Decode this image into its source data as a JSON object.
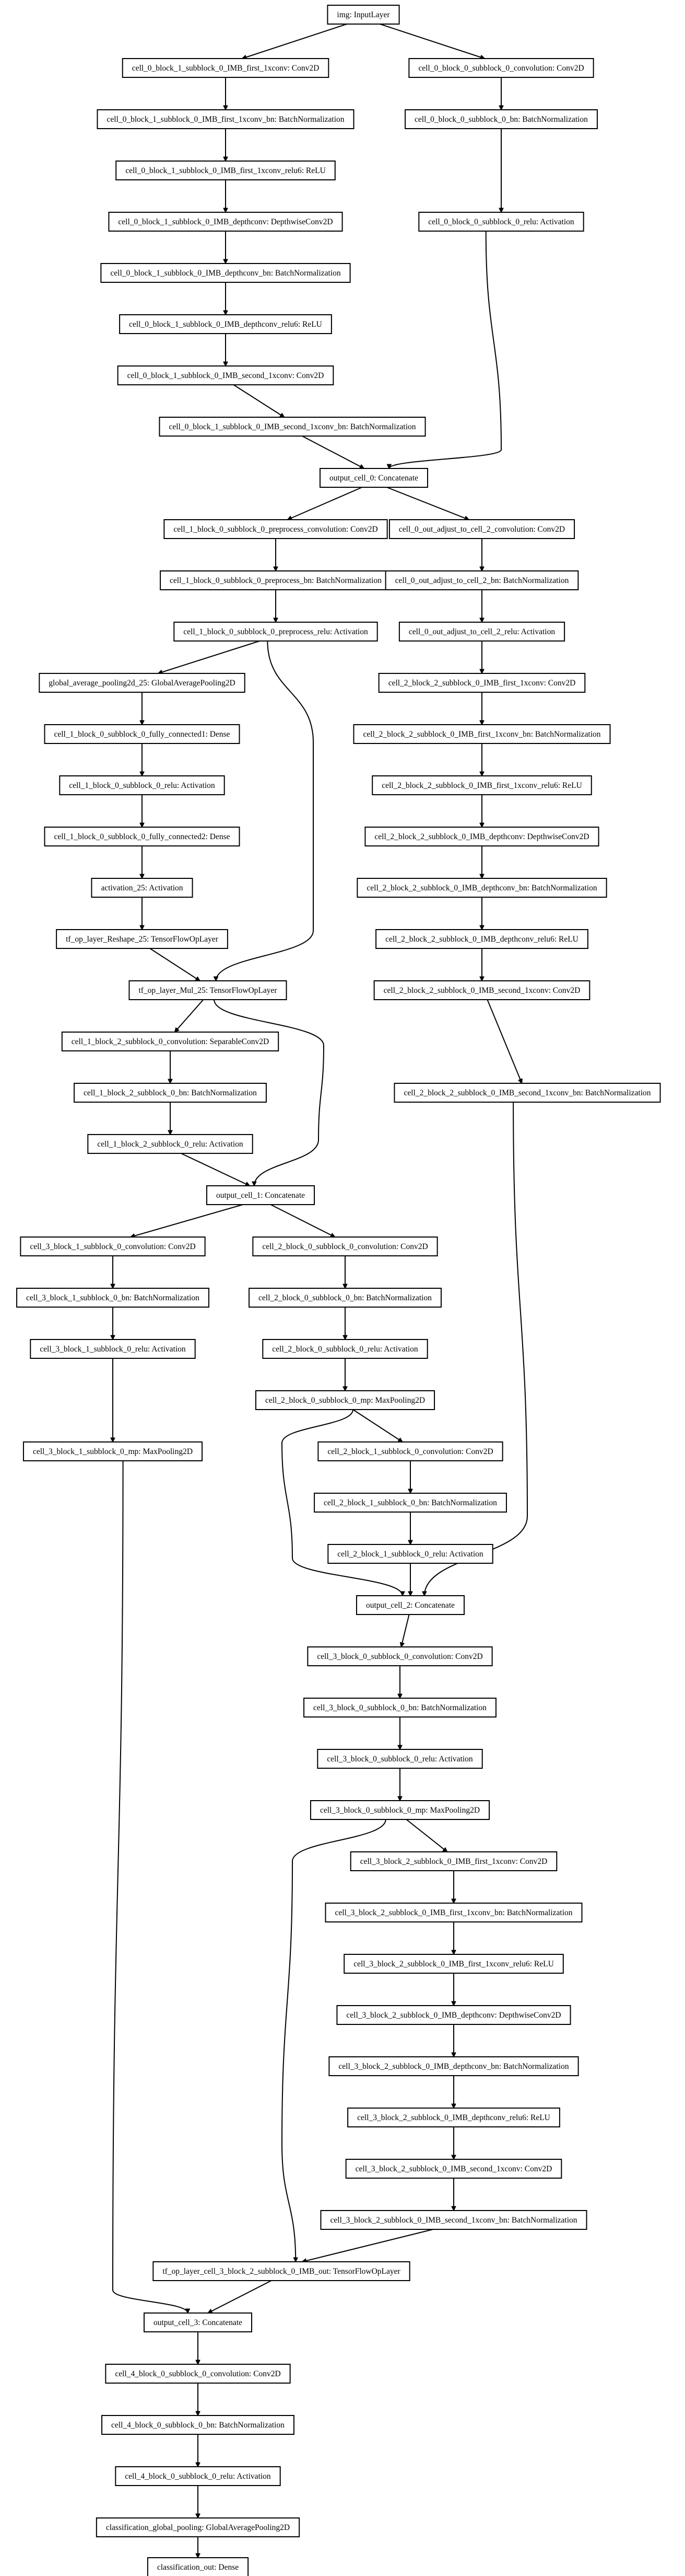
{
  "nodes": [
    {
      "id": "input",
      "label": "img: InputLayer"
    },
    {
      "id": "c0b1_expand",
      "label": "cell_0_block_1_subblock_0_IMB_first_1xconv: Conv2D"
    },
    {
      "id": "c0b0_conv",
      "label": "cell_0_block_0_subblock_0_convolution: Conv2D"
    },
    {
      "id": "c0b1_expand_bn",
      "label": "cell_0_block_1_subblock_0_IMB_first_1xconv_bn: BatchNormalization"
    },
    {
      "id": "c0b0_bn",
      "label": "cell_0_block_0_subblock_0_bn: BatchNormalization"
    },
    {
      "id": "c0b1_expand_relu",
      "label": "cell_0_block_1_subblock_0_IMB_first_1xconv_relu6: ReLU"
    },
    {
      "id": "c0b1_dw",
      "label": "cell_0_block_1_subblock_0_IMB_depthconv: DepthwiseConv2D"
    },
    {
      "id": "c0b0_relu",
      "label": "cell_0_block_0_subblock_0_relu: Activation"
    },
    {
      "id": "c0b1_dw_bn",
      "label": "cell_0_block_1_subblock_0_IMB_depthconv_bn: BatchNormalization"
    },
    {
      "id": "c0b1_dw_relu",
      "label": "cell_0_block_1_subblock_0_IMB_depthconv_relu6: ReLU"
    },
    {
      "id": "c0b1_proj",
      "label": "cell_0_block_1_subblock_0_IMB_second_1xconv: Conv2D"
    },
    {
      "id": "c0b1_proj_bn",
      "label": "cell_0_block_1_subblock_0_IMB_second_1xconv_bn: BatchNormalization"
    },
    {
      "id": "out0",
      "label": "output_cell_0: Concatenate"
    },
    {
      "id": "c1_pre_conv",
      "label": "cell_1_block_0_subblock_0_preprocess_convolution: Conv2D"
    },
    {
      "id": "c0_adj_conv",
      "label": "cell_0_out_adjust_to_cell_2_convolution: Conv2D"
    },
    {
      "id": "c1_pre_bn",
      "label": "cell_1_block_0_subblock_0_preprocess_bn: BatchNormalization"
    },
    {
      "id": "c0_adj_bn",
      "label": "cell_0_out_adjust_to_cell_2_bn: BatchNormalization"
    },
    {
      "id": "c1_pre_relu",
      "label": "cell_1_block_0_subblock_0_preprocess_relu: Activation"
    },
    {
      "id": "c0_adj_relu",
      "label": "cell_0_out_adjust_to_cell_2_relu: Activation"
    },
    {
      "id": "gap25",
      "label": "global_average_pooling2d_25: GlobalAveragePooling2D"
    },
    {
      "id": "c2b2_expand",
      "label": "cell_2_block_2_subblock_0_IMB_first_1xconv: Conv2D"
    },
    {
      "id": "c1_fc1",
      "label": "cell_1_block_0_subblock_0_fully_connected1: Dense"
    },
    {
      "id": "c2b2_expand_bn",
      "label": "cell_2_block_2_subblock_0_IMB_first_1xconv_bn: BatchNormalization"
    },
    {
      "id": "c1_se_relu",
      "label": "cell_1_block_0_subblock_0_relu: Activation"
    },
    {
      "id": "c2b2_expand_relu",
      "label": "cell_2_block_2_subblock_0_IMB_first_1xconv_relu6: ReLU"
    },
    {
      "id": "c1_fc2",
      "label": "cell_1_block_0_subblock_0_fully_connected2: Dense"
    },
    {
      "id": "c2b2_dw",
      "label": "cell_2_block_2_subblock_0_IMB_depthconv: DepthwiseConv2D"
    },
    {
      "id": "act25",
      "label": "activation_25: Activation"
    },
    {
      "id": "c2b2_dw_bn",
      "label": "cell_2_block_2_subblock_0_IMB_depthconv_bn: BatchNormalization"
    },
    {
      "id": "reshape25",
      "label": "tf_op_layer_Reshape_25: TensorFlowOpLayer"
    },
    {
      "id": "c2b2_dw_relu",
      "label": "cell_2_block_2_subblock_0_IMB_depthconv_relu6: ReLU"
    },
    {
      "id": "mul25",
      "label": "tf_op_layer_Mul_25: TensorFlowOpLayer"
    },
    {
      "id": "c2b2_proj",
      "label": "cell_2_block_2_subblock_0_IMB_second_1xconv: Conv2D"
    },
    {
      "id": "c1b2_sep",
      "label": "cell_1_block_2_subblock_0_convolution: SeparableConv2D"
    },
    {
      "id": "c2b2_proj_bn",
      "label": "cell_2_block_2_subblock_0_IMB_second_1xconv_bn: BatchNormalization"
    },
    {
      "id": "c1b2_bn",
      "label": "cell_1_block_2_subblock_0_bn: BatchNormalization"
    },
    {
      "id": "c1b2_relu",
      "label": "cell_1_block_2_subblock_0_relu: Activation"
    },
    {
      "id": "out1",
      "label": "output_cell_1: Concatenate"
    },
    {
      "id": "c3b1_conv",
      "label": "cell_3_block_1_subblock_0_convolution: Conv2D"
    },
    {
      "id": "c2b0_conv",
      "label": "cell_2_block_0_subblock_0_convolution: Conv2D"
    },
    {
      "id": "c3b1_bn",
      "label": "cell_3_block_1_subblock_0_bn: BatchNormalization"
    },
    {
      "id": "c2b0_bn",
      "label": "cell_2_block_0_subblock_0_bn: BatchNormalization"
    },
    {
      "id": "c3b1_relu",
      "label": "cell_3_block_1_subblock_0_relu: Activation"
    },
    {
      "id": "c2b0_relu",
      "label": "cell_2_block_0_subblock_0_relu: Activation"
    },
    {
      "id": "c3b1_mp",
      "label": "cell_3_block_1_subblock_0_mp: MaxPooling2D"
    },
    {
      "id": "c2b0_mp",
      "label": "cell_2_block_0_subblock_0_mp: MaxPooling2D"
    },
    {
      "id": "c2b1_conv",
      "label": "cell_2_block_1_subblock_0_convolution: Conv2D"
    },
    {
      "id": "c2b1_bn",
      "label": "cell_2_block_1_subblock_0_bn: BatchNormalization"
    },
    {
      "id": "c2b1_relu",
      "label": "cell_2_block_1_subblock_0_relu: Activation"
    },
    {
      "id": "out2",
      "label": "output_cell_2: Concatenate"
    },
    {
      "id": "c3b0_conv",
      "label": "cell_3_block_0_subblock_0_convolution: Conv2D"
    },
    {
      "id": "c3b0_bn",
      "label": "cell_3_block_0_subblock_0_bn: BatchNormalization"
    },
    {
      "id": "c3b0_relu",
      "label": "cell_3_block_0_subblock_0_relu: Activation"
    },
    {
      "id": "c3b0_mp",
      "label": "cell_3_block_0_subblock_0_mp: MaxPooling2D"
    },
    {
      "id": "c3b2_expand",
      "label": "cell_3_block_2_subblock_0_IMB_first_1xconv: Conv2D"
    },
    {
      "id": "c3b2_expand_bn",
      "label": "cell_3_block_2_subblock_0_IMB_first_1xconv_bn: BatchNormalization"
    },
    {
      "id": "c3b2_expand_relu",
      "label": "cell_3_block_2_subblock_0_IMB_first_1xconv_relu6: ReLU"
    },
    {
      "id": "c3b2_dw",
      "label": "cell_3_block_2_subblock_0_IMB_depthconv: DepthwiseConv2D"
    },
    {
      "id": "c3b2_dw_bn",
      "label": "cell_3_block_2_subblock_0_IMB_depthconv_bn: BatchNormalization"
    },
    {
      "id": "c3b2_dw_relu",
      "label": "cell_3_block_2_subblock_0_IMB_depthconv_relu6: ReLU"
    },
    {
      "id": "c3b2_proj",
      "label": "cell_3_block_2_subblock_0_IMB_second_1xconv: Conv2D"
    },
    {
      "id": "c3b2_proj_bn",
      "label": "cell_3_block_2_subblock_0_IMB_second_1xconv_bn: BatchNormalization"
    },
    {
      "id": "c3b2_out",
      "label": "tf_op_layer_cell_3_block_2_subblock_0_IMB_out: TensorFlowOpLayer"
    },
    {
      "id": "out3",
      "label": "output_cell_3: Concatenate"
    },
    {
      "id": "c4_conv",
      "label": "cell_4_block_0_subblock_0_convolution: Conv2D"
    },
    {
      "id": "c4_bn",
      "label": "cell_4_block_0_subblock_0_bn: BatchNormalization"
    },
    {
      "id": "c4_relu",
      "label": "cell_4_block_0_subblock_0_relu: Activation"
    },
    {
      "id": "cls_pool",
      "label": "classification_global_pooling: GlobalAveragePooling2D"
    },
    {
      "id": "cls_out",
      "label": "classification_out: Dense"
    }
  ],
  "edges": [
    [
      "input",
      "c0b1_expand"
    ],
    [
      "input",
      "c0b0_conv"
    ],
    [
      "c0b1_expand",
      "c0b1_expand_bn"
    ],
    [
      "c0b1_expand_bn",
      "c0b1_expand_relu"
    ],
    [
      "c0b1_expand_relu",
      "c0b1_dw"
    ],
    [
      "c0b1_dw",
      "c0b1_dw_bn"
    ],
    [
      "c0b1_dw_bn",
      "c0b1_dw_relu"
    ],
    [
      "c0b1_dw_relu",
      "c0b1_proj"
    ],
    [
      "c0b1_proj",
      "c0b1_proj_bn"
    ],
    [
      "c0b1_proj_bn",
      "out0"
    ],
    [
      "c0b0_conv",
      "c0b0_bn"
    ],
    [
      "c0b0_bn",
      "c0b0_relu"
    ],
    [
      "c0b0_relu",
      "out0"
    ],
    [
      "out0",
      "c1_pre_conv"
    ],
    [
      "out0",
      "c0_adj_conv"
    ],
    [
      "c1_pre_conv",
      "c1_pre_bn"
    ],
    [
      "c1_pre_bn",
      "c1_pre_relu"
    ],
    [
      "c1_pre_relu",
      "gap25"
    ],
    [
      "c1_pre_relu",
      "mul25"
    ],
    [
      "gap25",
      "c1_fc1"
    ],
    [
      "c1_fc1",
      "c1_se_relu"
    ],
    [
      "c1_se_relu",
      "c1_fc2"
    ],
    [
      "c1_fc2",
      "act25"
    ],
    [
      "act25",
      "reshape25"
    ],
    [
      "reshape25",
      "mul25"
    ],
    [
      "mul25",
      "c1b2_sep"
    ],
    [
      "mul25",
      "out1"
    ],
    [
      "c1b2_sep",
      "c1b2_bn"
    ],
    [
      "c1b2_bn",
      "c1b2_relu"
    ],
    [
      "c1b2_relu",
      "out1"
    ],
    [
      "c0_adj_conv",
      "c0_adj_bn"
    ],
    [
      "c0_adj_bn",
      "c0_adj_relu"
    ],
    [
      "c0_adj_relu",
      "c2b2_expand"
    ],
    [
      "c2b2_expand",
      "c2b2_expand_bn"
    ],
    [
      "c2b2_expand_bn",
      "c2b2_expand_relu"
    ],
    [
      "c2b2_expand_relu",
      "c2b2_dw"
    ],
    [
      "c2b2_dw",
      "c2b2_dw_bn"
    ],
    [
      "c2b2_dw_bn",
      "c2b2_dw_relu"
    ],
    [
      "c2b2_dw_relu",
      "c2b2_proj"
    ],
    [
      "c2b2_proj",
      "c2b2_proj_bn"
    ],
    [
      "c2b2_proj_bn",
      "out2"
    ],
    [
      "out1",
      "c3b1_conv"
    ],
    [
      "out1",
      "c2b0_conv"
    ],
    [
      "c3b1_conv",
      "c3b1_bn"
    ],
    [
      "c3b1_bn",
      "c3b1_relu"
    ],
    [
      "c3b1_relu",
      "c3b1_mp"
    ],
    [
      "c3b1_mp",
      "out3"
    ],
    [
      "c2b0_conv",
      "c2b0_bn"
    ],
    [
      "c2b0_bn",
      "c2b0_relu"
    ],
    [
      "c2b0_relu",
      "c2b0_mp"
    ],
    [
      "c2b0_mp",
      "c2b1_conv"
    ],
    [
      "c2b0_mp",
      "out2"
    ],
    [
      "c2b1_conv",
      "c2b1_bn"
    ],
    [
      "c2b1_bn",
      "c2b1_relu"
    ],
    [
      "c2b1_relu",
      "out2"
    ],
    [
      "out2",
      "c3b0_conv"
    ],
    [
      "c3b0_conv",
      "c3b0_bn"
    ],
    [
      "c3b0_bn",
      "c3b0_relu"
    ],
    [
      "c3b0_relu",
      "c3b0_mp"
    ],
    [
      "c3b0_mp",
      "c3b2_expand"
    ],
    [
      "c3b0_mp",
      "c3b2_out"
    ],
    [
      "c3b2_expand",
      "c3b2_expand_bn"
    ],
    [
      "c3b2_expand_bn",
      "c3b2_expand_relu"
    ],
    [
      "c3b2_expand_relu",
      "c3b2_dw"
    ],
    [
      "c3b2_dw",
      "c3b2_dw_bn"
    ],
    [
      "c3b2_dw_bn",
      "c3b2_dw_relu"
    ],
    [
      "c3b2_dw_relu",
      "c3b2_proj"
    ],
    [
      "c3b2_proj",
      "c3b2_proj_bn"
    ],
    [
      "c3b2_proj_bn",
      "c3b2_out"
    ],
    [
      "c3b2_out",
      "out3"
    ],
    [
      "out3",
      "c4_conv"
    ],
    [
      "c4_conv",
      "c4_bn"
    ],
    [
      "c4_bn",
      "c4_relu"
    ],
    [
      "c4_relu",
      "cls_pool"
    ],
    [
      "cls_pool",
      "cls_out"
    ]
  ]
}
